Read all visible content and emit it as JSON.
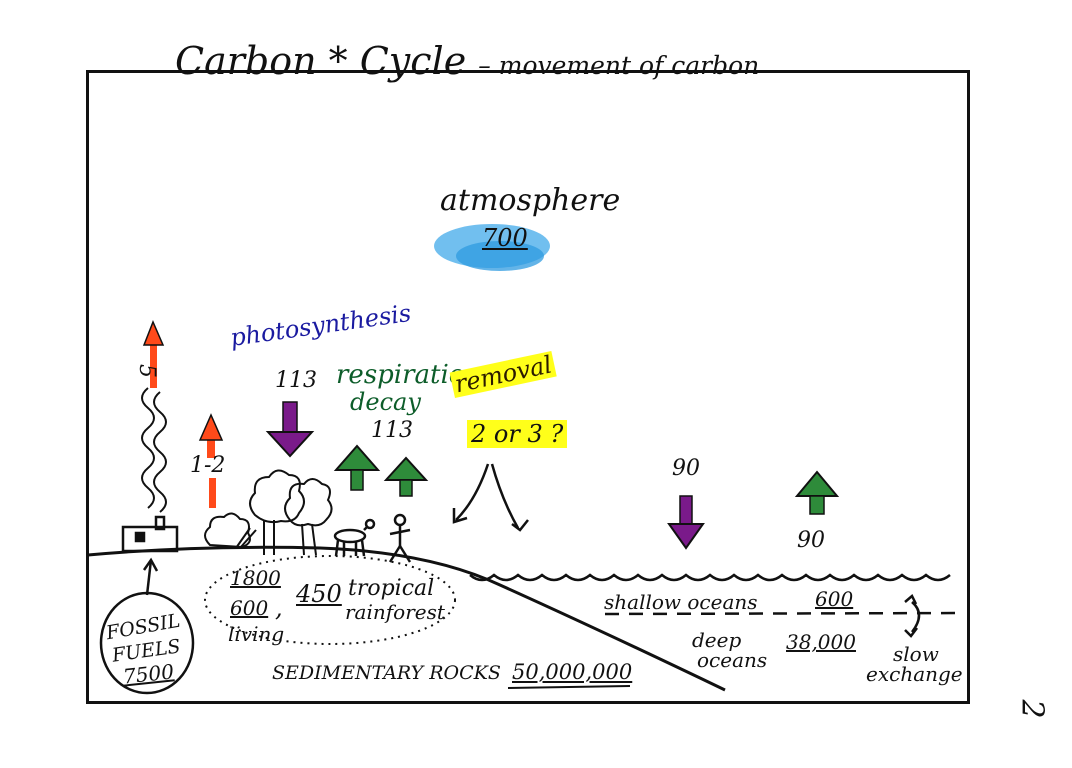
{
  "title": {
    "main": "Carbon * Cycle",
    "sub": "– movement of carbon"
  },
  "atmosphere": {
    "label": "atmosphere",
    "value": "700",
    "color": "#2f9be0"
  },
  "fluxes": {
    "photosynthesis": {
      "label": "photosynthesis",
      "value": "113",
      "color": "#7a1a8a"
    },
    "respiration": {
      "label_line1": "respiration,",
      "label_line2": "decay",
      "value": "113",
      "color": "#2e8b3a"
    },
    "removal": {
      "label": "removal",
      "value": "2 or 3 ?",
      "highlight": "#ffff1a"
    },
    "fossil_emission": {
      "value": "5",
      "color": "#ff4a1a"
    },
    "deforestation": {
      "value": "1-2",
      "color": "#ff4a1a"
    },
    "ocean_uptake": {
      "value": "90",
      "color": "#7a1a8a"
    },
    "ocean_release": {
      "value": "90",
      "color": "#2e8b3a"
    }
  },
  "land": {
    "total": "1800",
    "living": "600",
    "living_label": "living",
    "tropical": "450",
    "tropical_label1": "tropical",
    "tropical_label2": "rainforest"
  },
  "fossil_fuels": {
    "line1": "FOSSIL",
    "line2": "FUELS",
    "value": "7500"
  },
  "sedimentary": {
    "label": "SEDIMENTARY ROCKS",
    "value": "50,000,000"
  },
  "oceans": {
    "shallow_label": "shallow oceans",
    "shallow_value": "600",
    "deep_label1": "deep",
    "deep_label2": "oceans",
    "deep_value": "38,000",
    "exchange_line1": "slow",
    "exchange_line2": "exchange"
  },
  "page_number": "2"
}
